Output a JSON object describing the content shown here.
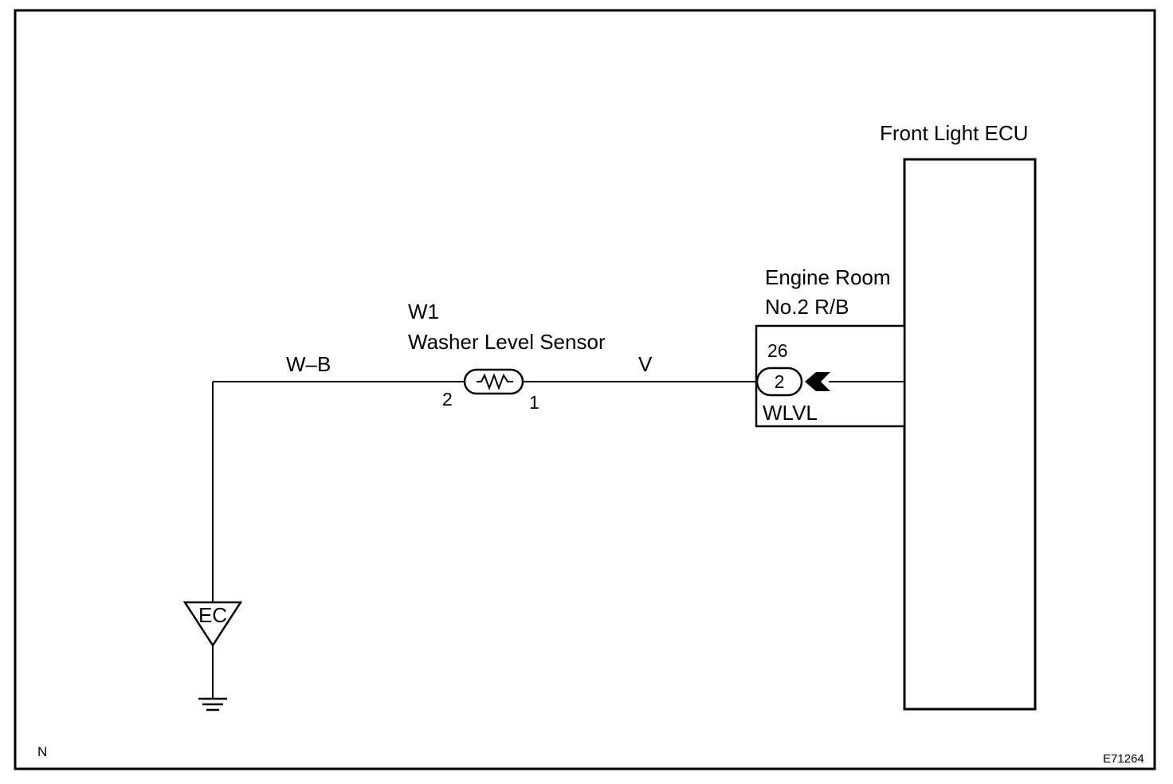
{
  "ecu": {
    "title": "Front Light ECU"
  },
  "relay_block": {
    "title_line1": "Engine Room",
    "title_line2": "No.2 R/B",
    "connector_no": "26",
    "pin": "2",
    "terminal": "WLVL"
  },
  "sensor": {
    "id": "W1",
    "name": "Washer Level Sensor",
    "pin_left": "2",
    "pin_right": "1"
  },
  "wires": {
    "left_color": "W–B",
    "right_color": "V"
  },
  "ground": {
    "label": "EC"
  },
  "footer": {
    "left_mark": "N",
    "figure_code": "E71264"
  }
}
